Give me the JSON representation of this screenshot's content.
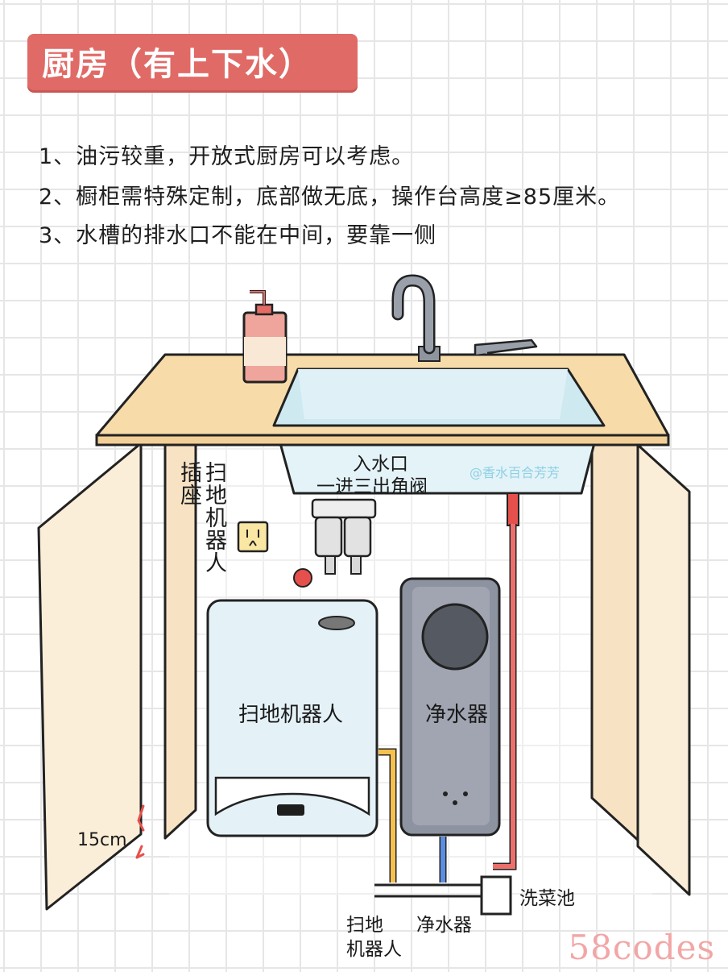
{
  "title": "厨房（有上下水）",
  "notes": [
    "1、油污较重，开放式厨房可以考虑。",
    "2、橱柜需特殊定制，底部做无底，操作台高度≥85厘米。",
    "3、水槽的排水口不能在中间，要靠一侧"
  ],
  "labels": {
    "socket": "插座",
    "robot_vertical": "扫地机器人",
    "inlet_line1": "入水口",
    "inlet_line2": "一进三出角阀",
    "robot_box": "扫地机器人",
    "purifier_box": "净水器",
    "height_15": "15cm",
    "drain_sink": "洗菜池",
    "drain_robot_line1": "扫地",
    "drain_robot_line2": "机器人",
    "drain_purifier": "净水器"
  },
  "watermark": "@香水百合芳芳",
  "site_watermark": "58codes",
  "colors": {
    "banner": "#e06a66",
    "countertop": "#f7dcaa",
    "cabinet_panel": "#fbeed8",
    "sink": "#d6edf4",
    "robot": "#e4f2f8",
    "purifier": "#8d93a0",
    "hot_pipe": "#ec6f6c",
    "yellow_pipe": "#f5c04e",
    "blue_pipe": "#5b8de0"
  }
}
